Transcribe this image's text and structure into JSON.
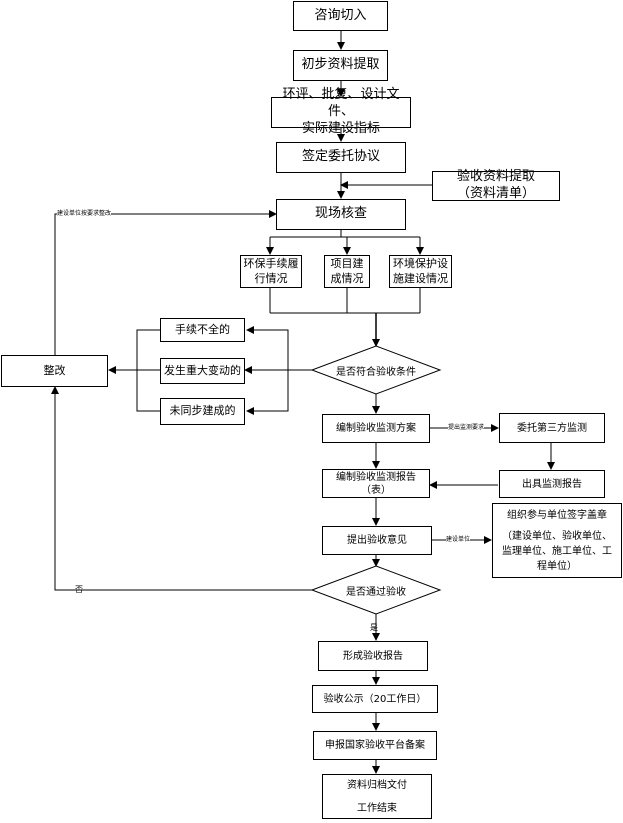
{
  "steps": {
    "consult": "咨询切入",
    "prelim": "初步资料提取",
    "eia_line1": "环评、批复、设计文件、",
    "eia_line2": "实际建设指标",
    "contract": "签定委托协议",
    "materials_line1": "验收资料提取",
    "materials_line2": "（资料清单）",
    "site_check": "现场核查",
    "env_procedure_line1": "环保手续履",
    "env_procedure_line2": "行情况",
    "project_line1": "项目建",
    "project_line2": "成情况",
    "facilities_line1": "环境保护设",
    "facilities_line2": "施建设情况",
    "incomplete": "手续不全的",
    "major_change": "发生重大变动的",
    "not_sync": "未同步建成的",
    "rectify": "整改",
    "meets_conditions": "是否符合验收条件",
    "monitor_plan": "编制验收监测方案",
    "third_party": "委托第三方监测",
    "monitor_report_line1": "编制验收监测报告",
    "monitor_report_line2": "（表）",
    "issue_report": "出具监测报告",
    "opinion": "提出验收意见",
    "org_line1": "组织参与单位签字盖章",
    "org_line2": "（建设单位、验收单位、",
    "org_line3": "监理单位、施工单位、工",
    "org_line4": "程单位）",
    "passed": "是否通过验收",
    "final_report": "形成验收报告",
    "publicity": "验收公示（20工作日）",
    "filing": "申报国家验收平台备案",
    "archive_line1": "资料归档文付",
    "archive_line2": "工作结束"
  },
  "edge_labels": {
    "rectify_request": "建设单位按要求整改",
    "monitor_request": "提出监测要求",
    "builder_unit": "建设单位",
    "no": "否",
    "yes": "是"
  }
}
